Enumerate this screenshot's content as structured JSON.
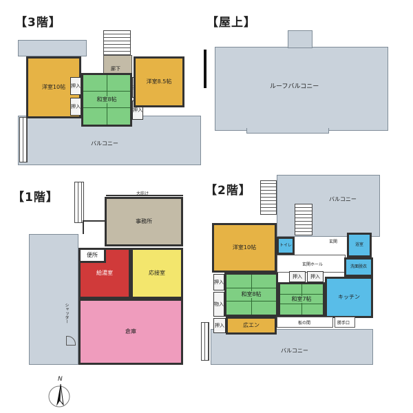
{
  "floors": {
    "third": {
      "label": "【3階】"
    },
    "roof": {
      "label": "【屋上】"
    },
    "first": {
      "label": "【1階】"
    },
    "second": {
      "label": "【2階】"
    }
  },
  "third_floor": {
    "western_left": "洋室10帖",
    "japanese": "和室8帖",
    "western_right": "洋室8.5帖",
    "hall": "廊下",
    "closet": "押入",
    "balcony": "バルコニー"
  },
  "roof": {
    "roof_balcony": "ルーフバルコニー"
  },
  "first_floor": {
    "office": "事務所",
    "boiler": "給湯室",
    "reception": "応接室",
    "toilet": "便所",
    "warehouse": "倉庫",
    "eaves": "大庇け",
    "shutter": "シャッター"
  },
  "second_floor": {
    "balcony_top": "バルコニー",
    "balcony_bottom": "バルコニー",
    "western": "洋室10帖",
    "toilet": "トイレ",
    "entrance": "玄関",
    "entrance_hall": "玄関ホール",
    "bath": "浴室",
    "washroom": "洗面脱衣",
    "japanese_left": "和室8帖",
    "japanese_right": "和室7帖",
    "closet": "押入",
    "kitchen": "キッチン",
    "hiroen": "広エン",
    "itanoma": "板の間",
    "katteguchi": "勝手口",
    "storage": "物入"
  },
  "compass": {
    "north": "N"
  },
  "colors": {
    "orange_room": "#e6b345",
    "green_room": "#7fcf83",
    "gray_room": "#c3bba7",
    "red_room": "#d03a3a",
    "yellow_room": "#f3e66d",
    "pink_room": "#ef9cbd",
    "blue_room": "#59bde8",
    "balcony": "#c9d2db"
  }
}
